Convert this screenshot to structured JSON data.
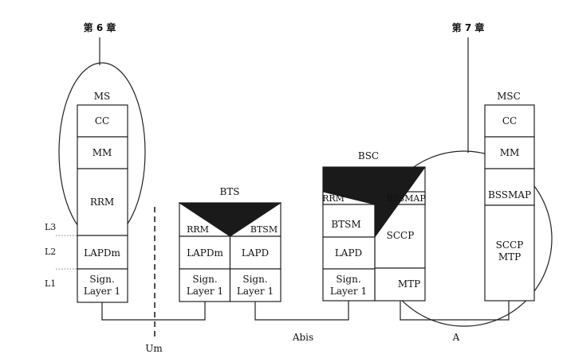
{
  "annotations": {
    "chapter6": "第 6 章",
    "chapter7": "第 7 章"
  },
  "layers": {
    "l3": "L3",
    "l2": "L2",
    "l1": "L1"
  },
  "interfaces": {
    "um": "Um",
    "abis": "Abis",
    "a": "A"
  },
  "ms": {
    "title": "MS",
    "cc": "CC",
    "mm": "MM",
    "rrm": "RRM",
    "lapdm": "LAPDm",
    "sign_line1": "Sign.",
    "sign_line2": "Layer 1"
  },
  "bts": {
    "title": "BTS",
    "rrm": "RRM",
    "btsm": "BTSM",
    "lapdm": "LAPDm",
    "lapd": "LAPD",
    "sign_line1": "Sign.",
    "sign_line2": "Layer 1"
  },
  "bsc": {
    "title": "BSC",
    "rrm": "RRM",
    "bssmap": "BSSMAP",
    "btsm": "BTSM",
    "sccp": "SCCP",
    "lapd": "LAPD",
    "mtp": "MTP",
    "sign_line1": "Sign.",
    "sign_line2": "Layer 1"
  },
  "msc": {
    "title": "MSC",
    "cc": "CC",
    "mm": "MM",
    "bssmap": "BSSMAP",
    "sccp": "SCCP",
    "mtp": "MTP"
  }
}
